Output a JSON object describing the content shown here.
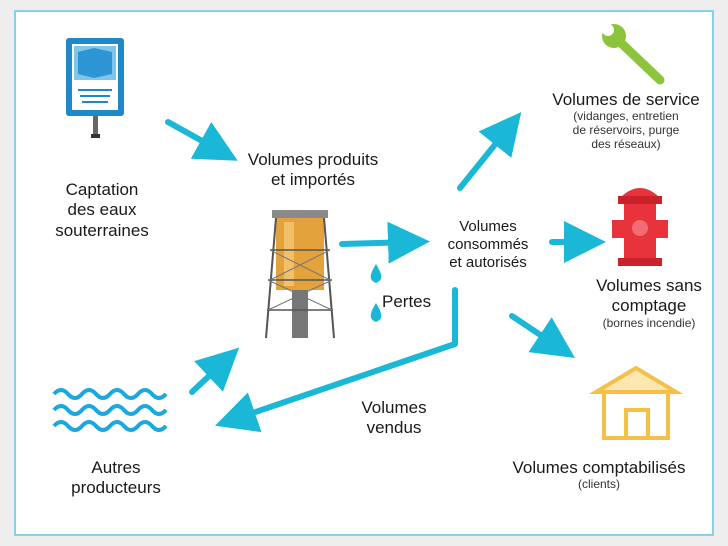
{
  "colors": {
    "arrow": "#1ab8d6",
    "frame": "#7fd6e2",
    "tower_orange": "#e4a23c",
    "hydrant_red": "#e8333c",
    "wrench_green": "#8cc43c",
    "house_yellow": "#f5c04a",
    "waves": "#1aa8e0",
    "sign_blue": "#1e88c8"
  },
  "icons": [
    "sign-icon",
    "water-tower-icon",
    "waves-icon",
    "wrench-icon",
    "hydrant-icon",
    "house-icon",
    "drop-icon"
  ],
  "nodes": {
    "captation": [
      "Captation",
      "des eaux",
      "souterraines"
    ],
    "produits": [
      "Volumes produits",
      "et importés"
    ],
    "consommes": [
      "Volumes",
      "consommés",
      "et autorisés"
    ],
    "service_title": "Volumes de service",
    "service_detail": [
      "(vidanges, entretien",
      "de réservoirs, purge",
      "des réseaux)"
    ],
    "sans_comptage_title": [
      "Volumes sans",
      "comptage"
    ],
    "sans_comptage_detail": "(bornes incendie)",
    "comptabilises_title": "Volumes comptabilisés",
    "comptabilises_detail": "(clients)",
    "pertes": "Pertes",
    "vendus": [
      "Volumes",
      "vendus"
    ],
    "autres": [
      "Autres",
      "producteurs"
    ]
  }
}
